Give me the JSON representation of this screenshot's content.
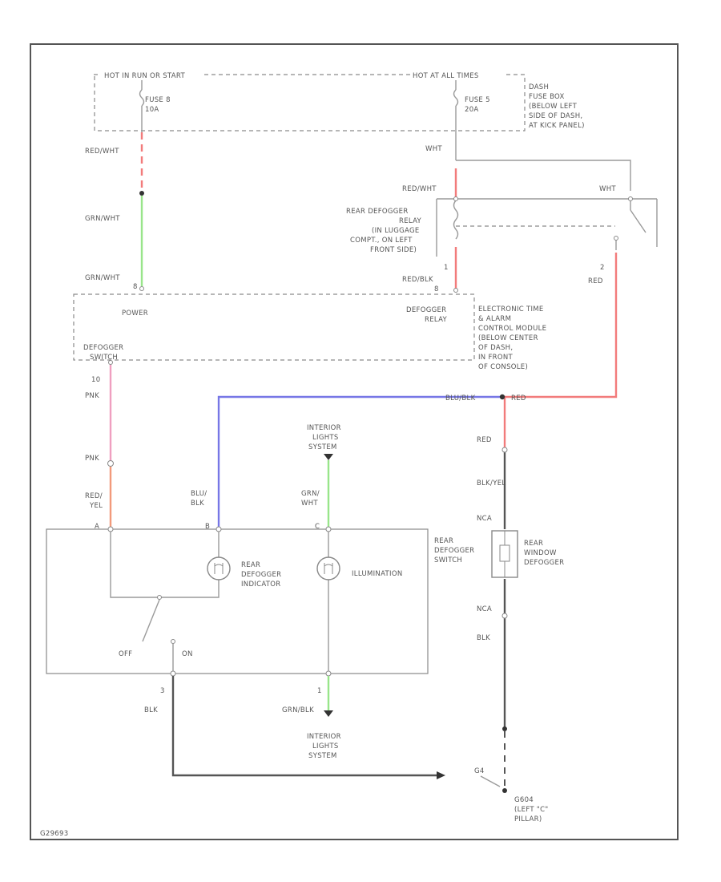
{
  "colors": {
    "red": "#f27b7b",
    "green": "#99e58a",
    "blue": "#7777e6",
    "pink": "#ef9fc0",
    "dark": "#555555",
    "gray": "#9a9a9a"
  },
  "labels": {
    "hot_run_start": "HOT IN RUN OR START",
    "hot_all_times": "HOT AT ALL TIMES",
    "fuse8": "FUSE 8",
    "fuse8_amp": "10A",
    "fuse5": "FUSE 5",
    "fuse5_amp": "20A",
    "dash_fuse_box": [
      "DASH",
      "FUSE BOX",
      "(BELOW LEFT",
      "SIDE OF DASH,",
      "AT KICK PANEL)"
    ],
    "wire_red_wht_left": "RED/WHT",
    "wire_grn_wht_top": "GRN/WHT",
    "wire_grn_wht_bottom": "GRN/WHT",
    "wire_wht": "WHT",
    "wire_red_wht_right": "RED/WHT",
    "wire_wht_right": "WHT",
    "relay_label": [
      "REAR DEFOGGER",
      "RELAY",
      "(IN LUGGAGE",
      "COMPT., ON LEFT",
      "FRONT SIDE)"
    ],
    "pin_relay_1": "1",
    "pin_relay_2": "2",
    "wire_red_blk": "RED/BLK",
    "wire_red_top": "RED",
    "pin_power": "8",
    "power": "POWER",
    "defogger_relay": [
      "DEFOGGER",
      "RELAY"
    ],
    "etacm": [
      "ELECTRONIC TIME",
      "& ALARM",
      "CONTROL MODULE",
      "(BELOW CENTER",
      "OF DASH,",
      "IN FRONT",
      "OF CONSOLE)"
    ],
    "defogger_switch": [
      "DEFOGGER",
      "SWITCH"
    ],
    "pin_10": "10",
    "wire_pnk_1": "PNK",
    "wire_blu_blk_h": "BLU/BLK",
    "wire_red_h": "RED",
    "interior_lights_top": [
      "INTERIOR",
      "LIGHTS",
      "SYSTEM"
    ],
    "wire_red_mid": "RED",
    "wire_blk_yel": "BLK/YEL",
    "wire_pnk_2": "PNK",
    "wire_red_yel": [
      "RED/",
      "YEL"
    ],
    "wire_blu_blk_v": [
      "BLU/",
      "BLK"
    ],
    "wire_grn_wht_v": [
      "GRN/",
      "WHT"
    ],
    "nca_top": "NCA",
    "pin_a": "A",
    "pin_b": "B",
    "pin_c": "C",
    "rear_defogger_switch": [
      "REAR",
      "DEFOGGER",
      "SWITCH"
    ],
    "rear_window_defogger": [
      "REAR",
      "WINDOW",
      "DEFOGGER"
    ],
    "rear_defogger_indicator": [
      "REAR",
      "DEFOGGER",
      "INDICATOR"
    ],
    "illumination": "ILLUMINATION",
    "nca_bottom": "NCA",
    "wire_blk_right": "BLK",
    "off": "OFF",
    "on": "ON",
    "pin_3": "3",
    "pin_1": "1",
    "wire_blk_left": "BLK",
    "wire_grn_blk": "GRN/BLK",
    "interior_lights_bottom": [
      "INTERIOR",
      "LIGHTS",
      "SYSTEM"
    ],
    "ground_tag": "G4",
    "ground_label": [
      "G604",
      "(LEFT \"C\"",
      "PILLAR)"
    ],
    "diagram_id": "G29693"
  }
}
